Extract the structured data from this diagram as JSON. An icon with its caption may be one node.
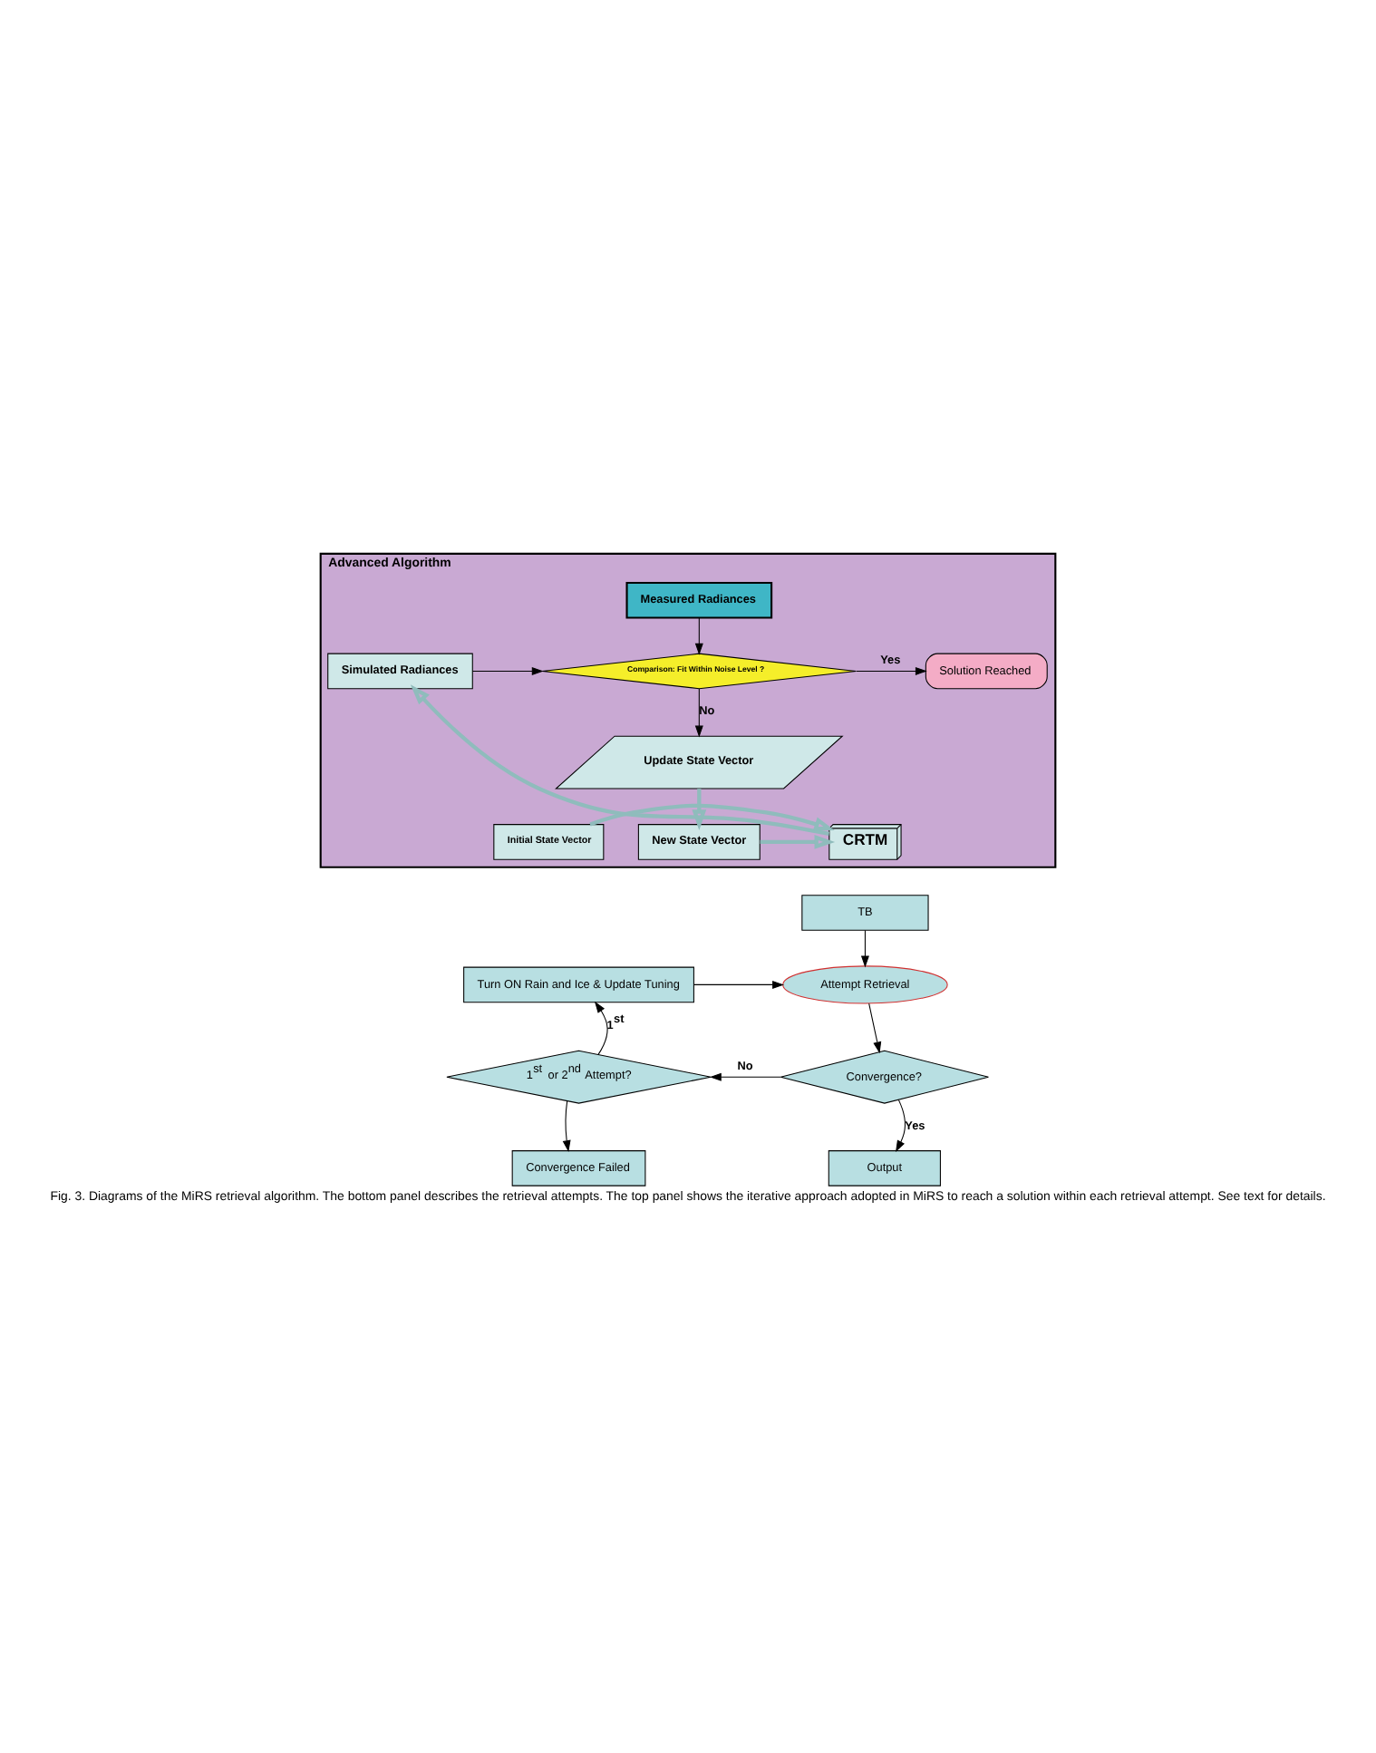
{
  "diagram": {
    "caption": "Fig. 3. Diagrams of the MiRS retrieval algorithm. The bottom panel describes the retrieval attempts. The top panel shows the iterative approach adopted in MiRS to reach a solution within each retrieval attempt. See text for details.",
    "nodes": [
      {
        "text": [
          "Advanced Algorithm"
        ]
      },
      {
        "text": [
          "Measured Radiances"
        ],
        "in": 0
      },
      {
        "text": [
          "Simulated Radiances"
        ],
        "in": 0
      },
      {
        "text": [
          "Comparison: Fit Within Noise Level ?"
        ],
        "in": 0
      },
      {
        "text": [
          "Solution Reached"
        ],
        "in": 0
      },
      {
        "text": [
          "Update State Vector"
        ],
        "in": 0
      },
      {
        "text": [
          "CRTM"
        ],
        "in": 0
      },
      {
        "text": [
          "New State Vector"
        ],
        "in": 0
      },
      {
        "text": [
          "Initial State Vector"
        ],
        "in": 0
      },
      {
        "text": [
          "TB"
        ]
      },
      {
        "text": [
          "Turn ON Rain and Ice & Update Tuning"
        ]
      },
      {
        "text": [
          "Attempt Retrieval"
        ]
      },
      {
        "text": [
          "1$^{st}$ or 2$^{nd}$ Attempt?"
        ]
      },
      {
        "text": [
          "Convergence?"
        ]
      },
      {
        "text": [
          "Convergence Failed"
        ]
      },
      {
        "text": [
          "Output"
        ]
      }
    ],
    "edges": [
      {
        "from": 1,
        "to": 3,
        "arrow": "to"
      },
      {
        "from": 2,
        "to": 3,
        "arrow": "to"
      },
      {
        "from": 3,
        "to": 4,
        "arrow": "to",
        "label": "Yes"
      },
      {
        "from": 3,
        "to": 5,
        "arrow": "to",
        "label": "No"
      },
      {
        "from": 5,
        "to": 7,
        "arrow": "to",
        "style": "thick",
        "color": "#8fbcbc"
      },
      {
        "from": 7,
        "to": 6,
        "arrow": "to",
        "style": "thick",
        "color": "#8fbcbc"
      },
      {
        "from": 8,
        "to": 6,
        "arrow": "to",
        "style": "thick",
        "color": "#8fbcbc"
      },
      {
        "from": 6,
        "to": 2,
        "arrow": "to",
        "style": "thick",
        "color": "#8fbcbc"
      },
      {
        "from": 9,
        "to": 11,
        "arrow": "to"
      },
      {
        "from": 10,
        "to": 11,
        "arrow": "to"
      },
      {
        "from": 11,
        "to": 13,
        "arrow": "to"
      },
      {
        "from": 13,
        "to": 12,
        "arrow": "to",
        "label": "No"
      },
      {
        "from": 13,
        "to": 15,
        "arrow": "to",
        "label": "Yes"
      },
      {
        "from": 12,
        "to": 10,
        "arrow": "to",
        "label": "1$^{st}$"
      },
      {
        "from": 12,
        "to": 14,
        "arrow": "to"
      }
    ]
  }
}
